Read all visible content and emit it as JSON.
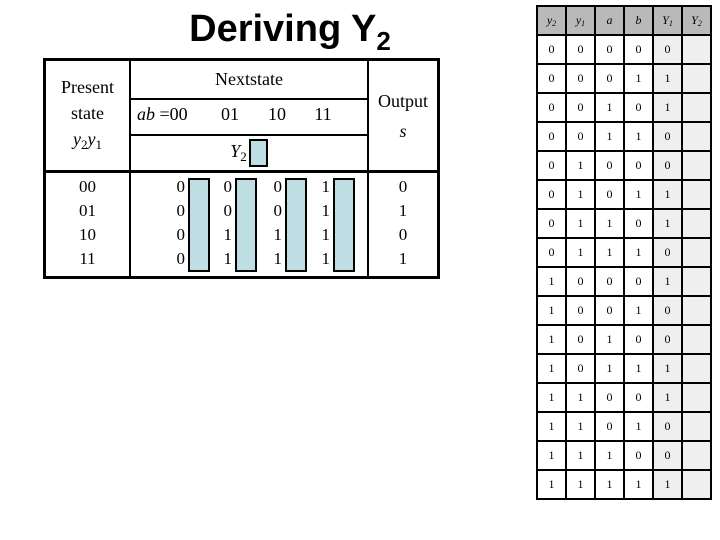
{
  "title": {
    "text": "Deriving Y",
    "sub": "2"
  },
  "colors": {
    "highlight_teal": "#bfdee3",
    "truth_header_gray": "#b9b9b9",
    "truth_result_gray": "#efefef"
  },
  "state_table": {
    "present_header_line1": "Present",
    "present_header_line2": "state",
    "present_var": {
      "b1": "y",
      "s1": "2",
      "b2": "y",
      "s2": "1"
    },
    "nextstate_header": "Nextstate",
    "ab_label": "ab",
    "ab_eq": "=00",
    "ab_cols": [
      "01",
      "10",
      "11"
    ],
    "y2_label": {
      "base": "Y",
      "sub": "2"
    },
    "output_header": "Output",
    "output_var": "s",
    "present_states": [
      "00",
      "01",
      "10",
      "11"
    ],
    "ns_cols": [
      [
        "0",
        "0",
        "0",
        "0"
      ],
      [
        "0",
        "0",
        "1",
        "1"
      ],
      [
        "0",
        "0",
        "1",
        "1"
      ],
      [
        "1",
        "1",
        "1",
        "1"
      ]
    ],
    "outputs": [
      "0",
      "1",
      "0",
      "1"
    ]
  },
  "truth_table": {
    "headers": [
      {
        "base": "y",
        "sub": "2"
      },
      {
        "base": "y",
        "sub": "1"
      },
      {
        "base": "a",
        "sub": ""
      },
      {
        "base": "b",
        "sub": ""
      },
      {
        "base": "Y",
        "sub": "1"
      },
      {
        "base": "Y",
        "sub": "2"
      }
    ],
    "rows": [
      [
        "0",
        "0",
        "0",
        "0",
        "0",
        ""
      ],
      [
        "0",
        "0",
        "0",
        "1",
        "1",
        ""
      ],
      [
        "0",
        "0",
        "1",
        "0",
        "1",
        ""
      ],
      [
        "0",
        "0",
        "1",
        "1",
        "0",
        ""
      ],
      [
        "0",
        "1",
        "0",
        "0",
        "0",
        ""
      ],
      [
        "0",
        "1",
        "0",
        "1",
        "1",
        ""
      ],
      [
        "0",
        "1",
        "1",
        "0",
        "1",
        ""
      ],
      [
        "0",
        "1",
        "1",
        "1",
        "0",
        ""
      ],
      [
        "1",
        "0",
        "0",
        "0",
        "1",
        ""
      ],
      [
        "1",
        "0",
        "0",
        "1",
        "0",
        ""
      ],
      [
        "1",
        "0",
        "1",
        "0",
        "0",
        ""
      ],
      [
        "1",
        "0",
        "1",
        "1",
        "1",
        ""
      ],
      [
        "1",
        "1",
        "0",
        "0",
        "1",
        ""
      ],
      [
        "1",
        "1",
        "0",
        "1",
        "0",
        ""
      ],
      [
        "1",
        "1",
        "1",
        "0",
        "0",
        ""
      ],
      [
        "1",
        "1",
        "1",
        "1",
        "1",
        ""
      ]
    ]
  }
}
